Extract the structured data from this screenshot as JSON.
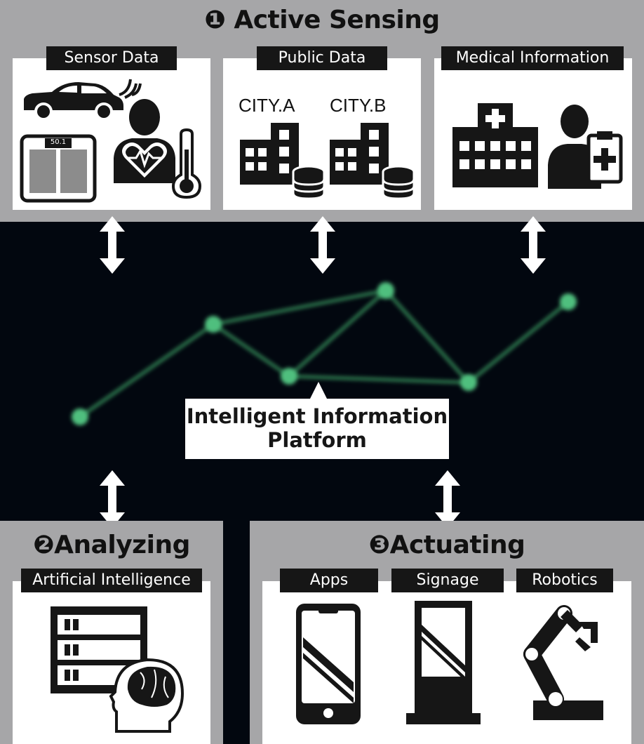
{
  "active_sensing": {
    "title": "❶ Active Sensing",
    "cards": [
      {
        "label": "Sensor Data"
      },
      {
        "label": "Public Data",
        "cities": [
          "CITY.A",
          "CITY.B"
        ]
      },
      {
        "label": "Medical Information"
      }
    ],
    "scale_reading": "50.1"
  },
  "platform": {
    "line1": "Intelligent Information",
    "line2": "Platform"
  },
  "analyzing": {
    "title": "❷Analyzing",
    "card_label": "Artificial Intelligence"
  },
  "actuating": {
    "title": "❸Actuating",
    "tags": [
      "Apps",
      "Signage",
      "Robotics"
    ]
  },
  "colors": {
    "panel_gray": "#a6a6a8",
    "background": "#02070f",
    "node_green": "#4fbf7e",
    "tag_black": "#161616"
  },
  "icons": [
    "car-icon",
    "wifi-icon",
    "scale-icon",
    "person-heart-icon",
    "thermometer-icon",
    "building-coins-icon",
    "hospital-icon",
    "doctor-clipboard-icon",
    "server-brain-icon",
    "smartphone-icon",
    "signage-icon",
    "robot-arm-icon"
  ]
}
